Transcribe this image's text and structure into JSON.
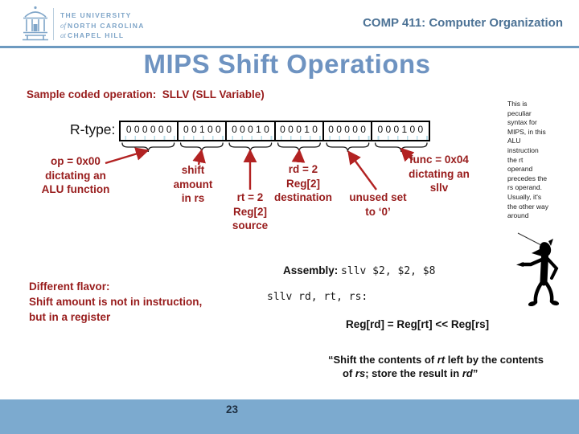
{
  "header": {
    "university": {
      "line1": "THE UNIVERSITY",
      "of": "of",
      "line2": "NORTH CAROLINA",
      "at": "at",
      "line3": "CHAPEL HILL"
    },
    "course": "COMP 411: Computer Organization"
  },
  "title": "MIPS Shift Operations",
  "sample_heading": "Sample coded operation:  SLLV (SLL Variable)",
  "diagram": {
    "rtype_label": "R-type:",
    "fields": [
      {
        "name": "op",
        "bits": "0 0 0 0 0 0"
      },
      {
        "name": "rs",
        "bits": "0 0 1 0 0"
      },
      {
        "name": "rt",
        "bits": "0 0 0 1 0"
      },
      {
        "name": "rd",
        "bits": "0 0 0 1 0"
      },
      {
        "name": "shamt",
        "bits": "0 0 0 0 0"
      },
      {
        "name": "func",
        "bits": "0 0 0 1 0 0"
      }
    ],
    "labels": [
      {
        "text": "op = 0x00\ndictating an\nALU function"
      },
      {
        "text": "shift\namount\nin rs"
      },
      {
        "text": "rt = 2\nReg[2]\nsource"
      },
      {
        "text": "rd = 2\nReg[2]\ndestination"
      },
      {
        "text": "unused set\nto ‘0’"
      },
      {
        "text": "func = 0x04\ndictating an\nsllv"
      }
    ]
  },
  "side_note": "This is\npeculiar\nsyntax for\nMIPS, in this\nALU\ninstruction\nthe rt\noperand\nprecedes the\nrs operand.\nUsually, it's\nthe other way\naround",
  "assembly": {
    "label": "Assembly:",
    "instruction": "sllv $2, $2, $8",
    "syntax": "sllv rd, rt, rs:",
    "semantics": "Reg[rd] = Reg[rt] << Reg[rs]"
  },
  "different_flavor": "Different flavor:\nShift amount is not in instruction,\nbut in a register",
  "quote": {
    "parts": [
      "“Shift the contents of ",
      "rt",
      " left by the contents of ",
      "rs",
      "; store the result in ",
      "rd",
      "”"
    ]
  },
  "page_number": "23",
  "colors": {
    "accent_red": "#981c1c",
    "arrow_red": "#b22222",
    "title_blue": "#6e93c1",
    "header_blue": "#4d7396",
    "logo_blue": "#7fa5c8",
    "footer_blue": "#7caacf",
    "tick_cyan": "#b8dde8"
  }
}
